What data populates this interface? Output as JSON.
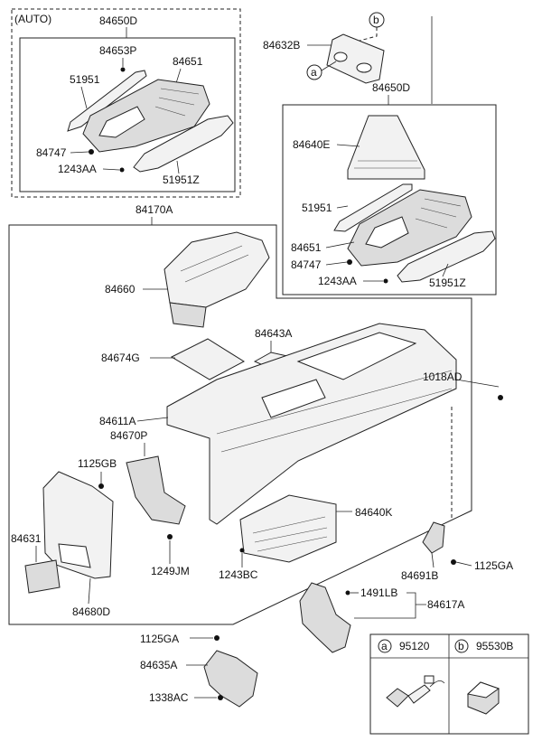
{
  "labels": {
    "auto_header": "(AUTO)",
    "p84650D_auto": "84650D",
    "p84653P": "84653P",
    "p51951_auto": "51951",
    "p84651_auto": "84651",
    "p84747_auto": "84747",
    "p1243AA_auto": "1243AA",
    "p51951Z_auto": "51951Z",
    "p84632B": "84632B",
    "p84650D": "84650D",
    "p84640E": "84640E",
    "p51951": "51951",
    "p84651": "84651",
    "p84747": "84747",
    "p1243AA": "1243AA",
    "p51951Z": "51951Z",
    "p84170A": "84170A",
    "p84660": "84660",
    "p84643A": "84643A",
    "p84674G": "84674G",
    "p1018AD": "1018AD",
    "p84611A": "84611A",
    "p84670P": "84670P",
    "p1125GB": "1125GB",
    "p84640K": "84640K",
    "p84631": "84631",
    "p1249JM": "1249JM",
    "p1243BC": "1243BC",
    "p84691B": "84691B",
    "p1125GA_right": "1125GA",
    "p84680D": "84680D",
    "p1491LB": "1491LB",
    "p84617A": "84617A",
    "p1125GA_bottom": "1125GA",
    "p84635A": "84635A",
    "p1338AC": "1338AC",
    "callout_a": "a",
    "callout_b": "b"
  },
  "legend": {
    "a_letter": "a",
    "a_part": "95120",
    "b_letter": "b",
    "b_part": "95530B"
  }
}
